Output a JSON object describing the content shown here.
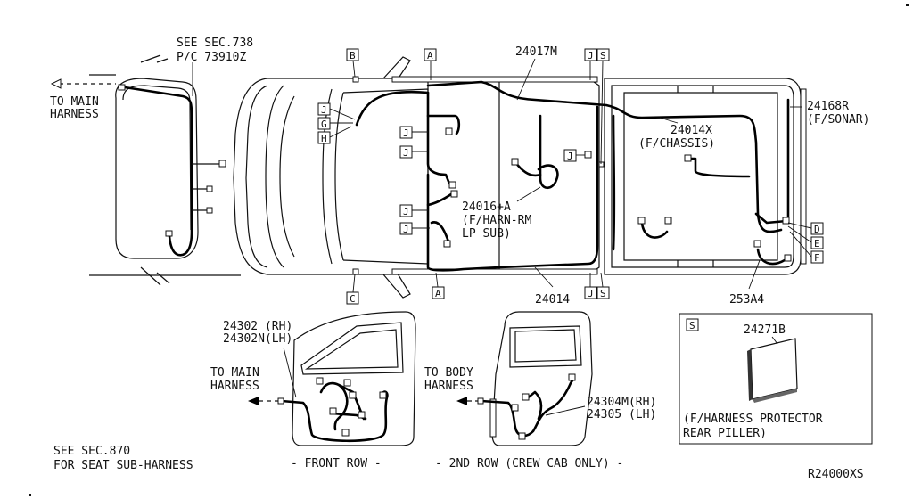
{
  "labels": {
    "see_sec_738": "SEE SEC.738",
    "pc_73910z": "P/C 73910Z",
    "to_main_harness_top_1": "TO MAIN",
    "to_main_harness_top_2": "HARNESS",
    "part_24017m": "24017M",
    "part_24168r": "24168R",
    "f_sonar": "(F/SONAR)",
    "part_24014x": "24014X",
    "f_chassis": "(F/CHASSIS)",
    "part_24016a": "24016+A",
    "f_harn_rm": "(F/HARN-RM",
    "lp_sub": "LP SUB)",
    "part_24014": "24014",
    "part_253a4": "253A4",
    "part_24302_rh": "24302 (RH)",
    "part_24302n_lh": "24302N(LH)",
    "to_main_harness_front_1": "TO MAIN",
    "to_main_harness_front_2": "HARNESS",
    "to_body_harness_1": "TO BODY",
    "to_body_harness_2": "HARNESS",
    "part_24304m_rh": "24304M(RH)",
    "part_24305_lh": "24305 (LH)",
    "part_24271b": "24271B",
    "protector_1": "(F/HARNESS PROTECTOR",
    "protector_2": "REAR PILLER)",
    "see_sec_870": "SEE SEC.870",
    "seat_sub_harness": "FOR SEAT SUB-HARNESS",
    "front_row": "- FRONT ROW -",
    "second_row": "- 2ND ROW (CREW CAB ONLY) -",
    "diagram_code": "R24000XS"
  },
  "tags": {
    "a": "A",
    "b": "B",
    "c": "C",
    "d": "D",
    "e": "E",
    "f": "F",
    "g": "G",
    "h": "H",
    "j": "J",
    "s": "S"
  }
}
